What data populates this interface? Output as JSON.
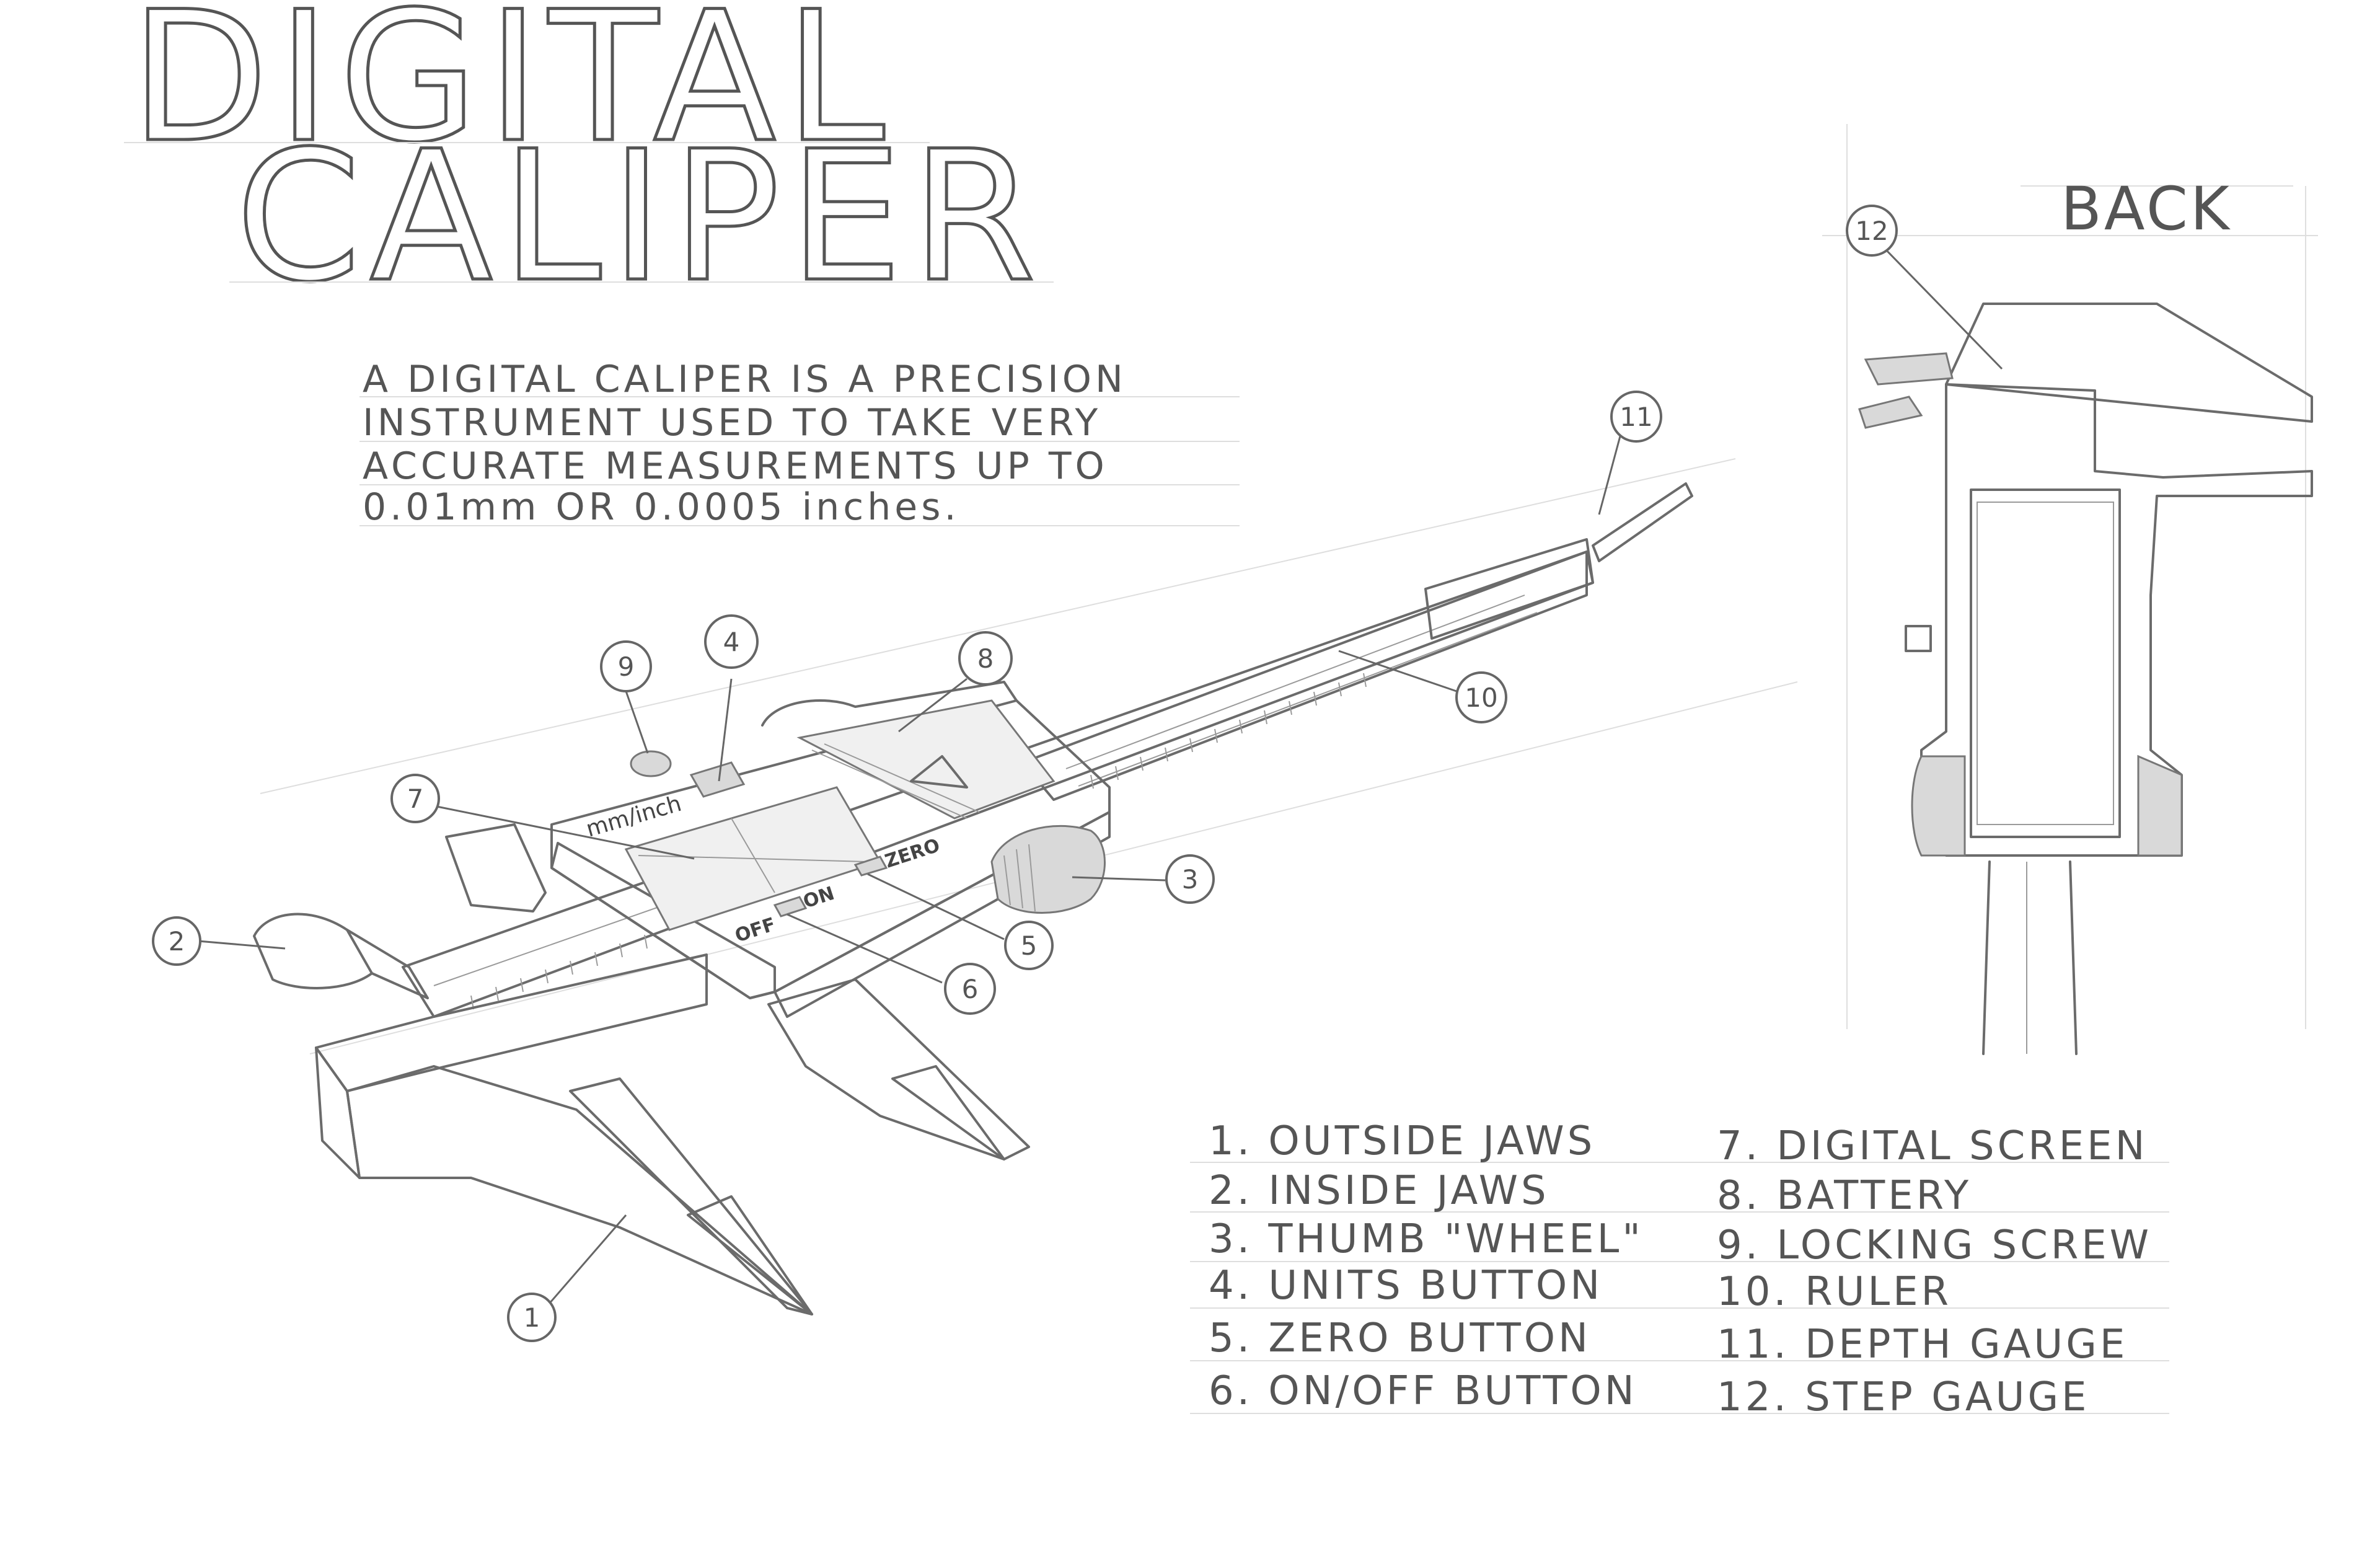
{
  "title": {
    "line1": "DIGITAL",
    "line2": "CALIPER"
  },
  "description": [
    "A DIGITAL CALIPER IS A PRECISION",
    "INSTRUMENT USED TO TAKE VERY",
    "ACCURATE MEASUREMENTS UP TO",
    "0.01mm OR 0.0005 inches."
  ],
  "back_label": "BACK",
  "device_labels": {
    "units": "mm/inch",
    "zero": "ZERO",
    "on": "ON",
    "off": "OFF"
  },
  "callouts": [
    "1",
    "2",
    "3",
    "4",
    "5",
    "6",
    "7",
    "8",
    "9",
    "10",
    "11",
    "12"
  ],
  "legend": {
    "left": [
      "1. OUTSIDE JAWS",
      "2. INSIDE JAWS",
      "3. THUMB \"WHEEL\"",
      "4. UNITS BUTTON",
      "5. ZERO BUTTON",
      "6. ON/OFF BUTTON"
    ],
    "right": [
      "7. DIGITAL SCREEN",
      "8. BATTERY",
      "9. LOCKING SCREW",
      "10. RULER",
      "11. DEPTH GAUGE",
      "12. STEP GAUGE"
    ]
  },
  "colors": {
    "pencil": "#6b6b6b",
    "paper": "#ffffff",
    "guide": "#dedede"
  }
}
